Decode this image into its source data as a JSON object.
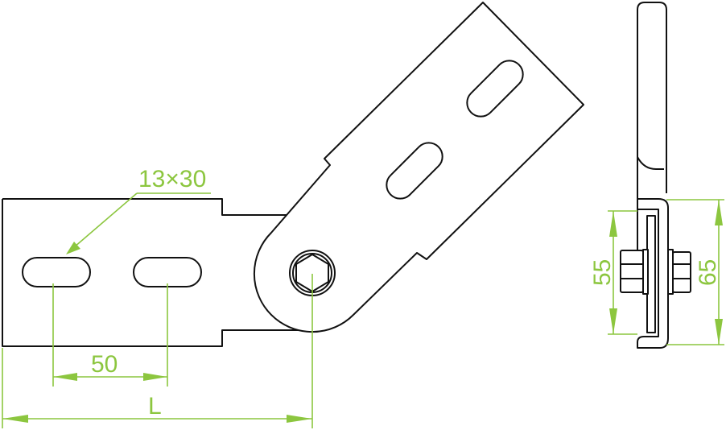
{
  "dimensions": {
    "slot_size": "13×30",
    "slot_spacing": "50",
    "length": "L",
    "inner_height": "55",
    "outer_height": "65"
  },
  "colors": {
    "outline": "#111111",
    "dimension": "#8cc63f"
  }
}
